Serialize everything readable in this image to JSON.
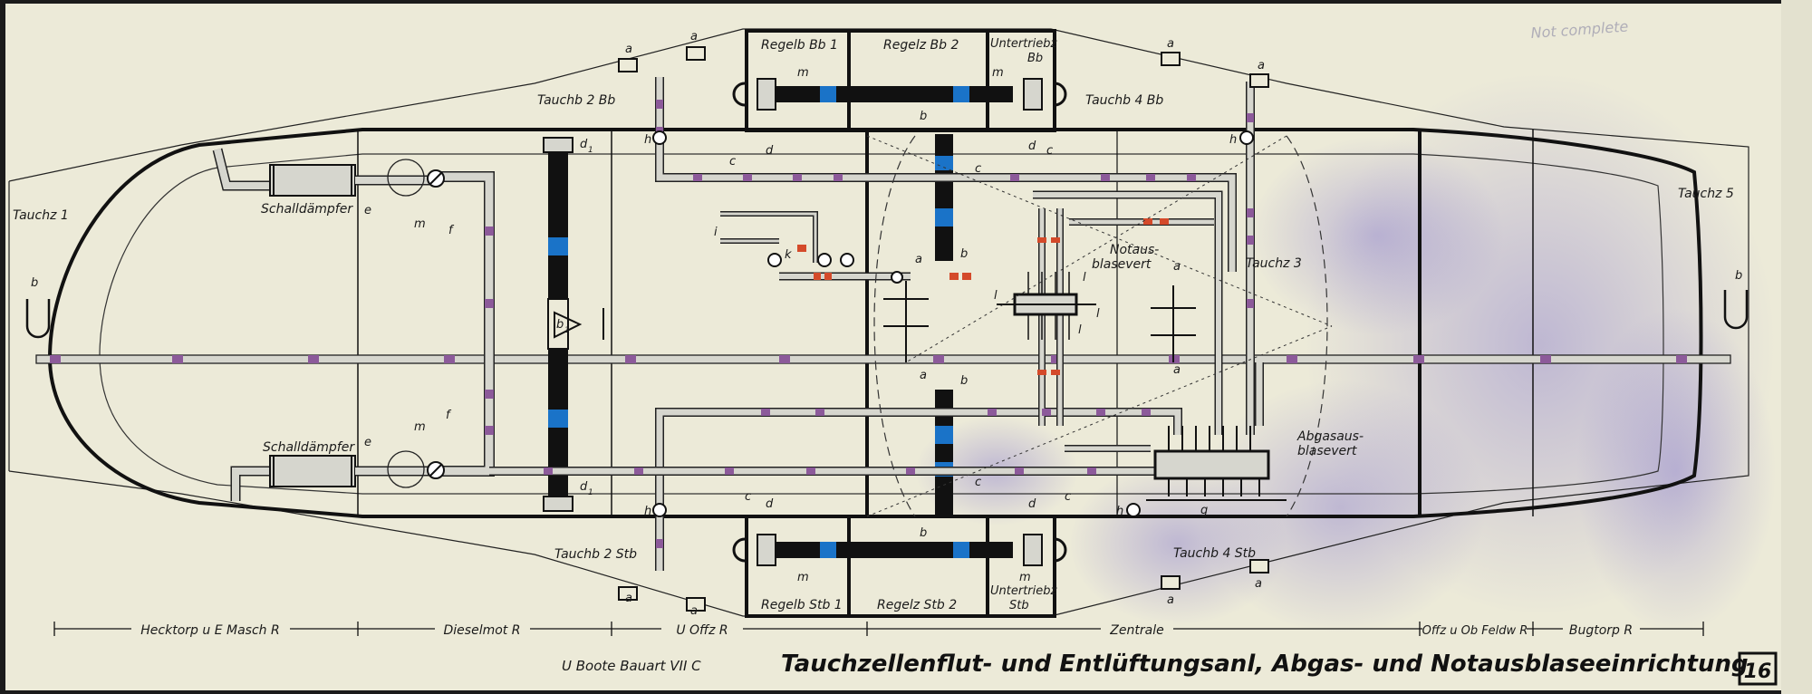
{
  "title": "Tauchzellenflut- und Entlüftungsanl, Abgas- und Notausblaseeinrichtung",
  "subtitle": "U Boote  Bauart VII C",
  "sheet_number": "16",
  "pencil_note": "Not complete",
  "compartments": {
    "heck": "Hecktorp u E Masch R",
    "diesel": "Dieselmot R",
    "offz": "U Offz R",
    "zentrale": "Zentrale",
    "offz_ob": "Offz u Ob Feldw R",
    "bug": "Bugtorp R"
  },
  "tanks": {
    "tauchz1": "Tauchz 1",
    "tauchz3": "Tauchz 3",
    "tauchz5": "Tauchz 5",
    "tauchb2bb": "Tauchb 2 Bb",
    "tauchb4bb": "Tauchb 4 Bb",
    "tauchb2stb": "Tauchb 2 Stb",
    "tauchb4stb": "Tauchb 4 Stb",
    "regelb_bb1": "Regelb Bb 1",
    "regelz_bb2": "Regelz Bb 2",
    "untertriebz_bb_1": "Untertriebz",
    "untertriebz_bb_2": "Bb",
    "regelb_stb1": "Regelb Stb 1",
    "regelz_stb2": "Regelz Stb 2",
    "untertriebz_stb_1": "Untertriebz",
    "untertriebz_stb_2": "Stb"
  },
  "devices": {
    "schall_top": "Schalldämpfer",
    "schall_bot": "Schalldämpfer",
    "notaus_1": "Notaus-",
    "notaus_2": "blasevert",
    "abgas_1": "Abgasaus-",
    "abgas_2": "blasevert"
  },
  "letters": {
    "a": "a",
    "b": "b",
    "c": "c",
    "d": "d",
    "e": "e",
    "f": "f",
    "g": "g",
    "h": "h",
    "i": "i",
    "k": "k",
    "l": "l",
    "m": "m",
    "d1": "d",
    "d1_sub": "1",
    "b1": "b",
    "b1_sub": "1"
  },
  "colors": {
    "paper": "#ecead8",
    "ink": "#141414",
    "pipe_fill": "#d6d6ce",
    "valve_blue": "#1a73c8",
    "marker_purple": "#8c5a9a",
    "marker_red": "#d44a2a",
    "stain": "#6a5ac8"
  }
}
